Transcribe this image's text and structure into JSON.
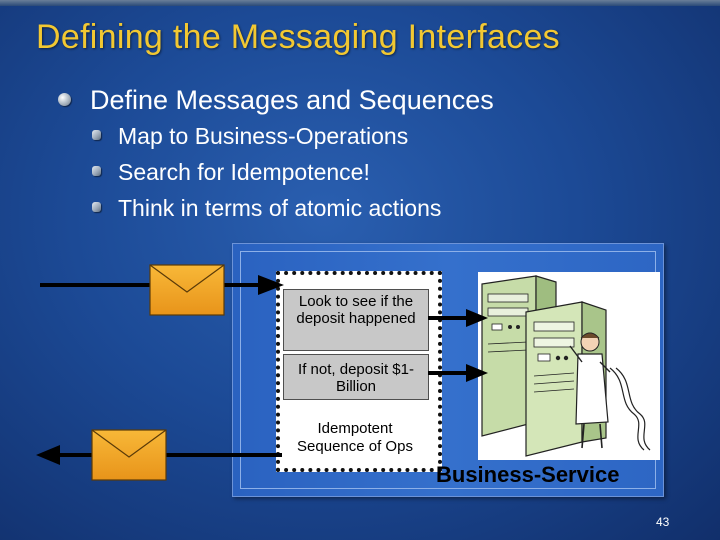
{
  "slide": {
    "title": "Defining the Messaging Interfaces",
    "bullet": "Define Messages and Sequences",
    "sub_bullets": [
      "Map to Business-Operations",
      "Search for Idempotence!",
      "Think in terms of atomic actions"
    ],
    "diagram": {
      "operations": [
        "Look to see if the deposit happened",
        "If not, deposit $1-Billion"
      ],
      "operations_label": "Idempotent Sequence of Ops",
      "service_label": "Business-Service",
      "icons": [
        "envelope-icon",
        "envelope-icon",
        "server-technician-illustration"
      ]
    },
    "page_number": "43",
    "colors": {
      "title": "#f2c832",
      "background": "#1c4a96",
      "envelope": "#f4a321",
      "service_box": "#2d66c4"
    }
  }
}
